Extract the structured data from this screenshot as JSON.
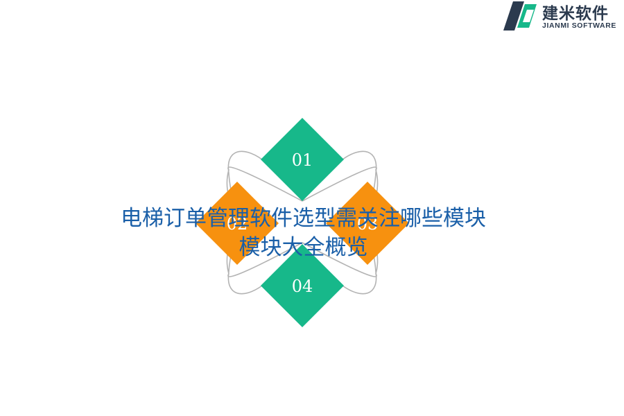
{
  "logo": {
    "name_cn": "建米软件",
    "name_en": "JIANMI SOFTWARE"
  },
  "diagram": {
    "items": [
      {
        "label": "01",
        "color": "#17b88a"
      },
      {
        "label": "02",
        "color": "#f7910f"
      },
      {
        "label": "03",
        "color": "#f7910f"
      },
      {
        "label": "04",
        "color": "#17b88a"
      }
    ],
    "ring_color": "#b3b3b3"
  },
  "title": {
    "line1": "电梯订单管理软件选型需关注哪些模块",
    "line2": "模块大全概览",
    "color": "#1a5fa8"
  }
}
